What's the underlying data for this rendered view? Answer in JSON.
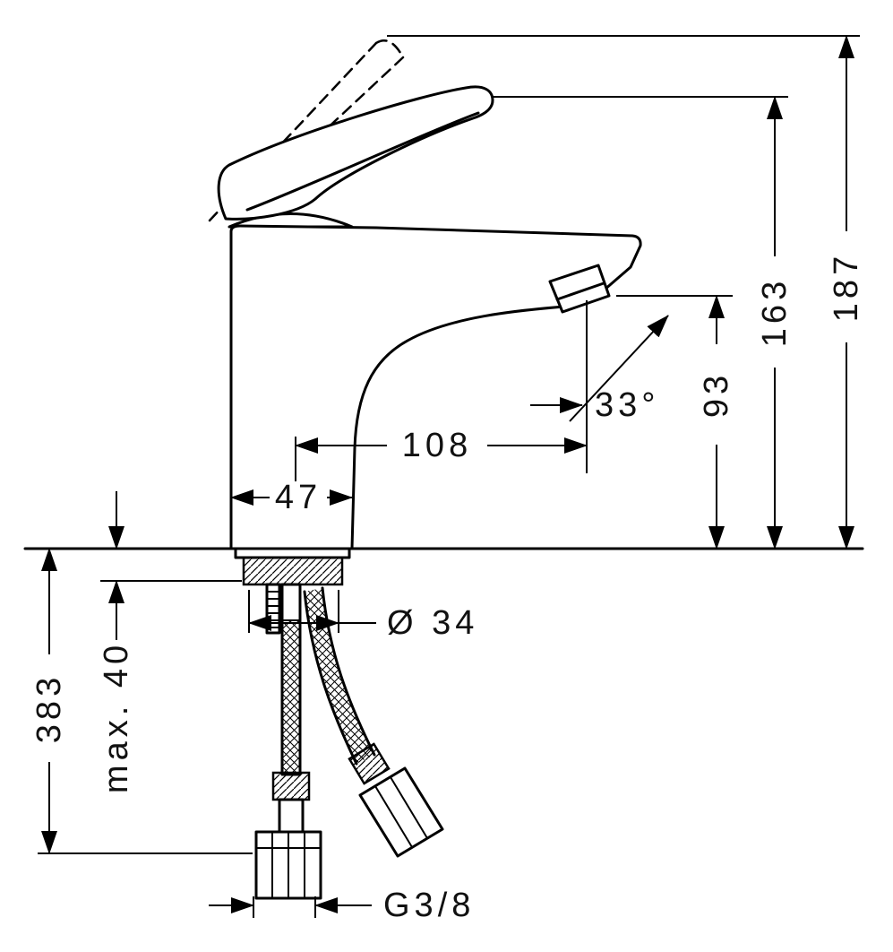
{
  "drawing": {
    "type": "technical-dimension-drawing",
    "subject": "single-lever basin mixer faucet, side elevation with flexible supply hoses",
    "background_color": "#ffffff",
    "line_color": "#000000",
    "dimensions": {
      "overall_height": "187",
      "height_to_handle_top": "163",
      "spout_height": "93",
      "spray_angle": "33°",
      "spout_reach": "108",
      "body_depth": "47",
      "shank_diameter": "Ø 34",
      "max_deck_thickness": "max. 40",
      "hose_length_below_deck": "383",
      "connection_thread": "G3/8"
    }
  }
}
